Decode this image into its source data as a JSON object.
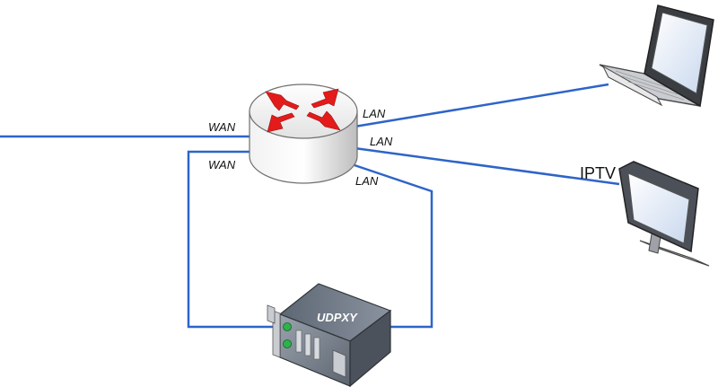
{
  "labels": {
    "wan_upstream": "WAN",
    "wan_udpxy": "WAN",
    "lan_laptop": "LAN",
    "lan_iptv": "LAN",
    "lan_udpxy": "LAN",
    "iptv": "IPTV",
    "udpxy": "UDPXY"
  },
  "colors": {
    "link": "#2e64c8",
    "router_arrow": "#e31b1b",
    "router_body": "#d9d9d9",
    "server_body": "#6d7684"
  },
  "icons": {
    "router": "router-icon",
    "laptop": "laptop-icon",
    "iptv": "monitor-icon",
    "udpxy": "server-icon"
  }
}
